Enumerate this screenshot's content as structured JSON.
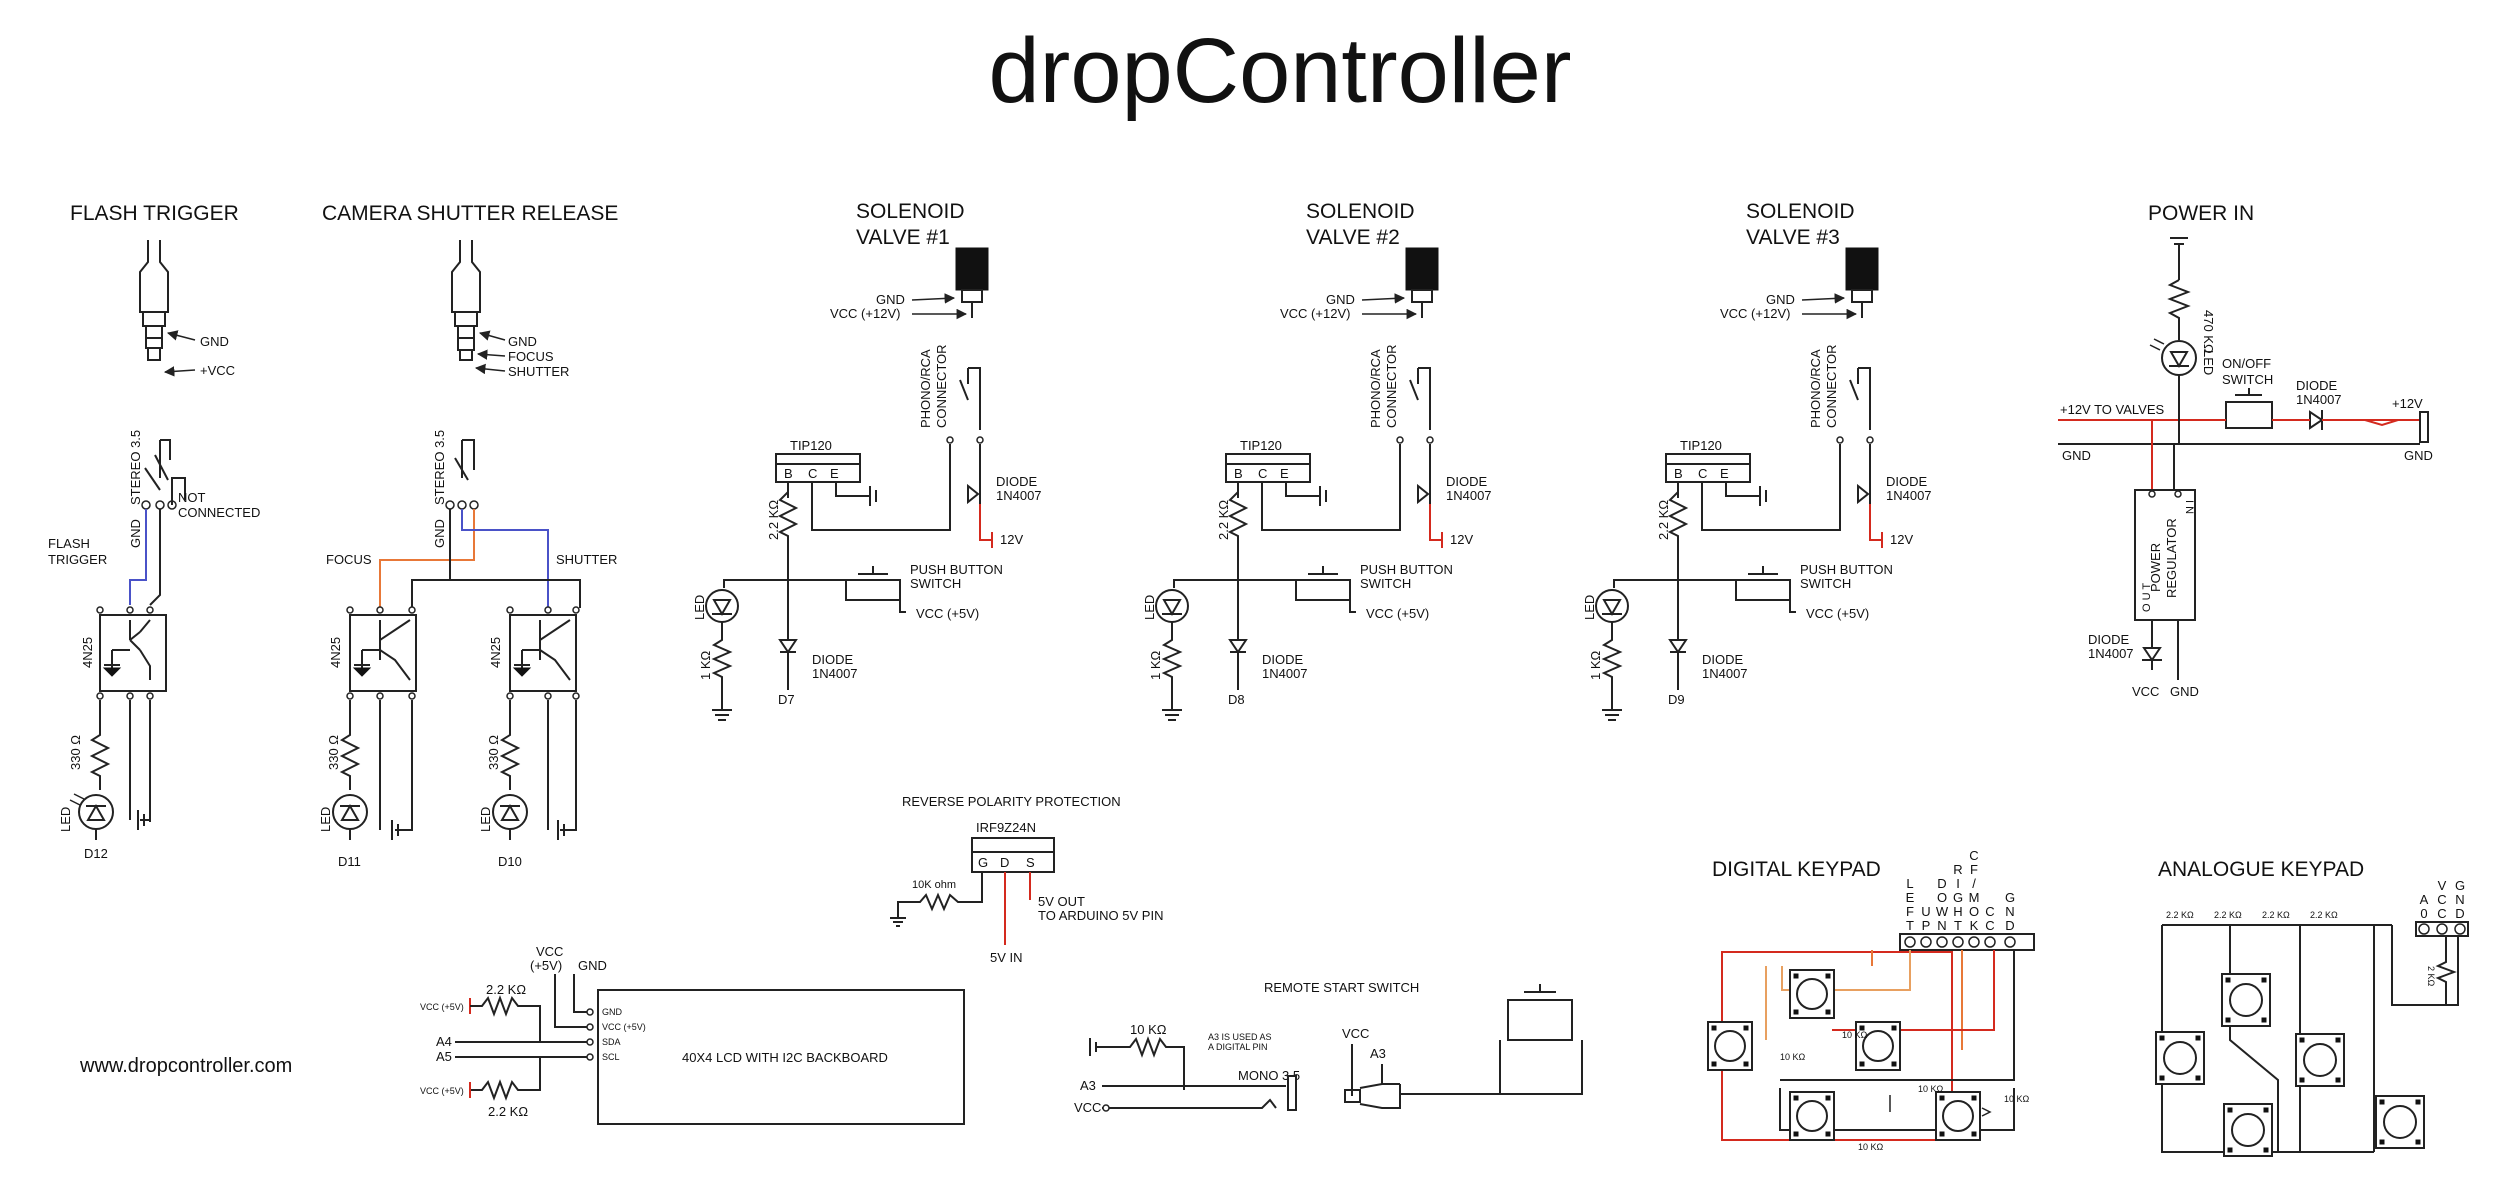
{
  "title": "dropController",
  "website": "www.dropcontroller.com",
  "colors": {
    "wire": "#222222",
    "red_wire": "#d42a1e",
    "blue_wire": "#4a52c8",
    "orange_wire": "#e87838",
    "tan_wire": "#e8a060"
  },
  "flash_trigger": {
    "heading": "FLASH TRIGGER",
    "gnd": "GND",
    "vcc": "+VCC",
    "stereo": "STEREO 3.5",
    "gnd_pin": "GND",
    "nc": "NOT",
    "nc2": "CONNECTED",
    "label1": "FLASH",
    "label2": "TRIGGER",
    "opto": "4N25",
    "resistor": "330 Ω",
    "led": "LED",
    "pin": "D12"
  },
  "camera_shutter": {
    "heading": "CAMERA SHUTTER RELEASE",
    "gnd": "GND",
    "focus": "FOCUS",
    "shutter": "SHUTTER",
    "stereo": "STEREO 3.5",
    "gnd_pin": "GND",
    "focus_label": "FOCUS",
    "shutter_label": "SHUTTER",
    "opto": "4N25",
    "resistor": "330 Ω",
    "led": "LED",
    "pin1": "D11",
    "pin2": "D10"
  },
  "valves": [
    {
      "heading1": "SOLENOID",
      "heading2": "VALVE #1",
      "pin": "D7"
    },
    {
      "heading1": "SOLENOID",
      "heading2": "VALVE #2",
      "pin": "D8"
    },
    {
      "heading1": "SOLENOID",
      "heading2": "VALVE #3",
      "pin": "D9"
    }
  ],
  "valve_common": {
    "gnd": "GND",
    "vcc": "VCC (+12V)",
    "phono1": "PHONO/RCA",
    "phono2": "CONNECTOR",
    "transistor": "TIP120",
    "b": "B",
    "c": "C",
    "e": "E",
    "diode": "DIODE",
    "diode_part": "1N4007",
    "v12": "12V",
    "resistor": "2.2 KΩ",
    "push1": "PUSH BUTTON",
    "push2": "SWITCH",
    "vcc5": "VCC (+5V)",
    "led": "LED",
    "r1k": "1 KΩ"
  },
  "power": {
    "heading": "POWER IN",
    "resistor": "470 KΩ",
    "led": "LED",
    "switch1": "ON/OFF",
    "switch2": "SWITCH",
    "diode": "DIODE",
    "diode_part": "1N4007",
    "to_valves": "+12V TO VALVES",
    "v12": "+12V",
    "gnd_left": "GND",
    "gnd_right": "GND",
    "reg1": "POWER",
    "reg2": "REGULATOR",
    "pin_in": "I N",
    "pin_out": "O U T",
    "diode2": "DIODE",
    "diode2_part": "1N4007",
    "vcc": "VCC",
    "gnd": "GND"
  },
  "reverse_polarity": {
    "heading": "REVERSE POLARITY PROTECTION",
    "part": "IRF9Z24N",
    "g": "G",
    "d": "D",
    "s": "S",
    "resistor": "10K ohm",
    "out1": "5V OUT",
    "out2": "TO ARDUINO 5V PIN",
    "in": "5V IN"
  },
  "lcd": {
    "vcc": "VCC",
    "vcc2": "(+5V)",
    "gnd": "GND",
    "r_top": "2.2 KΩ",
    "r_bottom": "2.2 KΩ",
    "vcc5_top": "VCC (+5V)",
    "vcc5_bottom": "VCC (+5V)",
    "a4": "A4",
    "a5": "A5",
    "pins": [
      "GND",
      "VCC (+5V)",
      "SDA",
      "SCL"
    ],
    "label": "40X4 LCD WITH I2C BACKBOARD"
  },
  "remote_start": {
    "heading": "REMOTE START SWITCH",
    "resistor": "10 KΩ",
    "note1": "A3 IS USED AS",
    "note2": "A DIGITAL PIN",
    "a3": "A3",
    "vcc": "VCC",
    "mono": "MONO 3.5",
    "vcc_right": "VCC",
    "a3_right": "A3"
  },
  "digital_keypad": {
    "heading": "DIGITAL KEYPAD",
    "pins": [
      "LEFT",
      "UP",
      "DOWN",
      "RIGHT",
      "CF/MOK",
      "CC",
      "GND"
    ],
    "resistors": [
      "10 KΩ",
      "10 KΩ",
      "10 KΩ",
      "10 KΩ",
      "10 KΩ"
    ]
  },
  "analogue_keypad": {
    "heading": "ANALOGUE KEYPAD",
    "pins": [
      "A0",
      "VCC",
      "GND"
    ],
    "resistors": [
      "2.2 KΩ",
      "2.2 KΩ",
      "2.2 KΩ",
      "2.2 KΩ",
      "2 KΩ"
    ]
  }
}
